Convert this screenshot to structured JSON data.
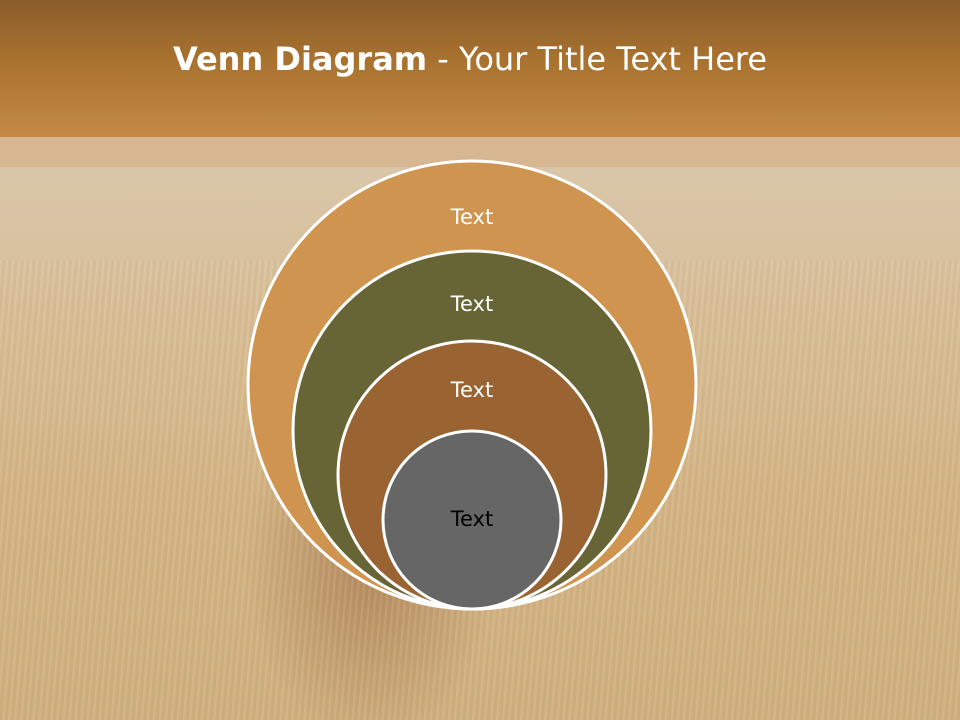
{
  "title": {
    "bold": "Venn Diagram",
    "rest": " - Your Title Text Here"
  },
  "circles": [
    {
      "label": "Text",
      "fill": "#cf9550",
      "text_color": "#ffffff"
    },
    {
      "label": "Text",
      "fill": "#676535",
      "text_color": "#ffffff"
    },
    {
      "label": "Text",
      "fill": "#9a6332",
      "text_color": "#ffffff"
    },
    {
      "label": "Text",
      "fill": "#666666",
      "text_color": "#000000"
    }
  ]
}
